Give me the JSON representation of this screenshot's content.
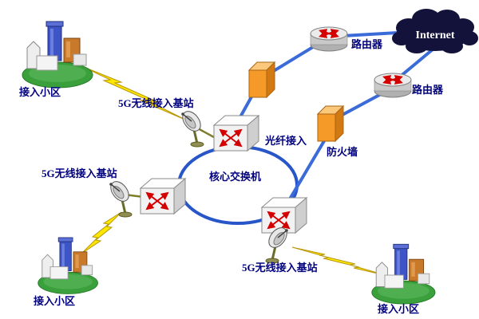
{
  "diagram": {
    "title_hint": "5G access network topology",
    "internet": {
      "label": "Internet"
    },
    "routers": [
      {
        "label": "路由器"
      },
      {
        "label": "路由器"
      }
    ],
    "firewall": {
      "label": "防火墙"
    },
    "fiber_access": {
      "label": "光纤接入"
    },
    "core_switch": {
      "label": "核心交换机"
    },
    "base_stations": [
      {
        "label": "5G无线接入基站"
      },
      {
        "label": "5G无线接入基站"
      },
      {
        "label": "5G无线接入基站"
      }
    ],
    "communities": [
      {
        "label": "接入小区"
      },
      {
        "label": "接入小区"
      },
      {
        "label": "接入小区"
      }
    ],
    "colors": {
      "label_text": "#00007f",
      "link_blue": "#3a6bd8",
      "ring_blue": "#2856c8",
      "lightning_yellow": "#ffe800",
      "antenna_link_olive": "#7d7d2e",
      "arrow_red": "#d40000",
      "firewall_orange": "#f59a28",
      "cloud_dark": "#12123a",
      "ground_green": "#3aa03c"
    }
  }
}
